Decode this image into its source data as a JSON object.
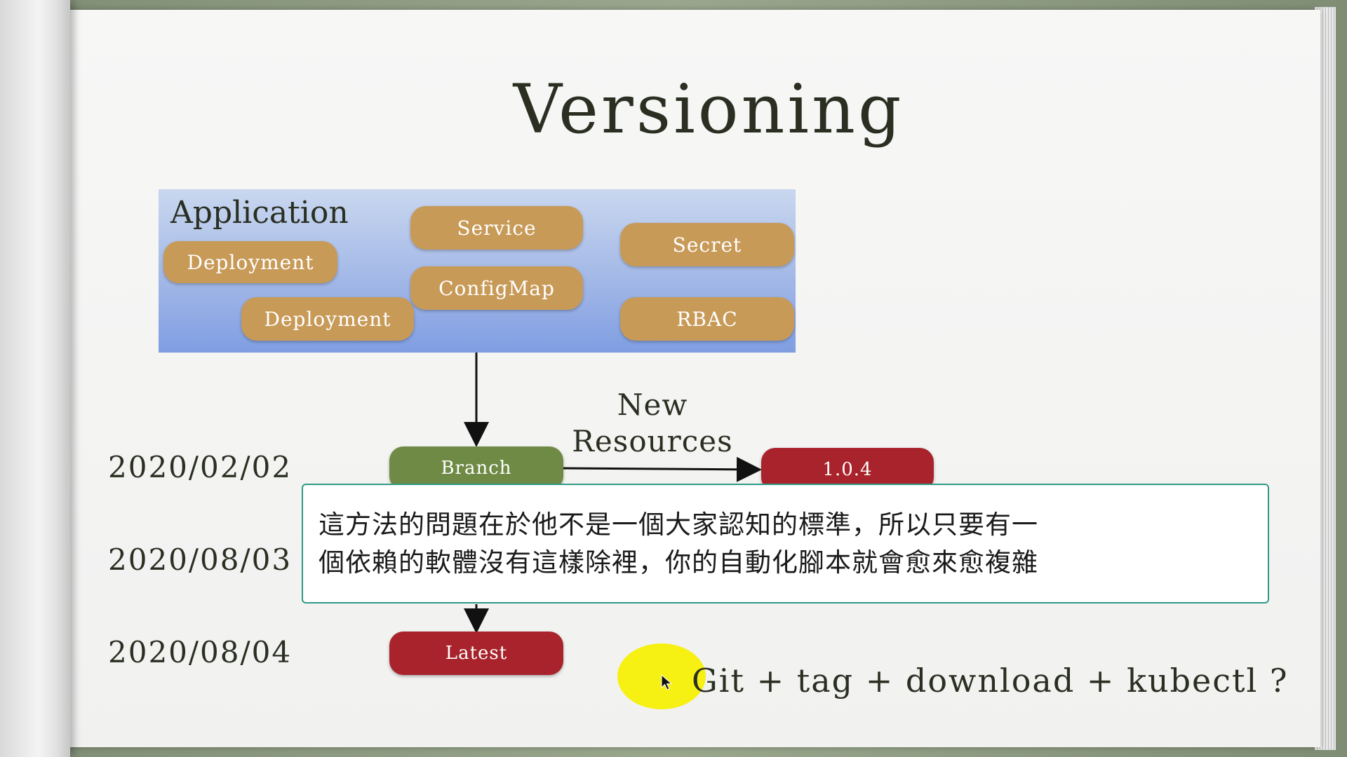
{
  "slide": {
    "title": "Versioning",
    "application_label": "Application",
    "resources": [
      {
        "id": "deployment-1",
        "label": "Deployment"
      },
      {
        "id": "service",
        "label": "Service"
      },
      {
        "id": "secret",
        "label": "Secret"
      },
      {
        "id": "deployment-2",
        "label": "Deployment"
      },
      {
        "id": "configmap",
        "label": "ConfigMap"
      },
      {
        "id": "rbac",
        "label": "RBAC"
      }
    ],
    "timeline": [
      {
        "date": "2020/02/02",
        "node": "Branch"
      },
      {
        "date": "2020/08/03"
      },
      {
        "date": "2020/08/04",
        "node": "Latest"
      }
    ],
    "release_label": "1.0.4",
    "new_resources_label": "New\nResources",
    "footer_text": "Git + tag + download + kubectl ?"
  },
  "subtitle": {
    "line1": "這方法的問題在於他不是一個大家認知的標準，所以只要有一",
    "line2": "個依賴的軟體沒有這樣除裡，你的自動化腳本就會愈來愈複雜"
  },
  "colors": {
    "resource_pill": "#c89a58",
    "branch_green": "#6e8a44",
    "release_red": "#a8232b",
    "subtitle_border": "#2e9a84",
    "cursor_highlight": "#f6f000"
  },
  "icons": {
    "cursor": "mouse-pointer-icon"
  }
}
